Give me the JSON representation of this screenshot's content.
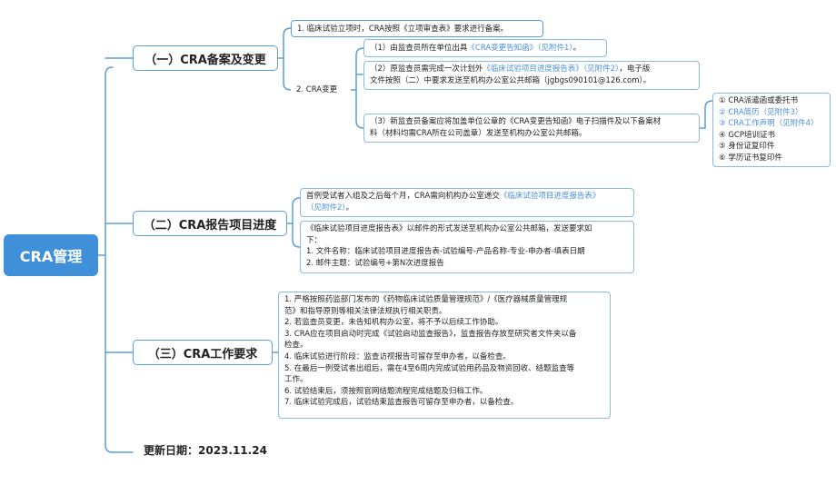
{
  "root": "CRA管理",
  "branch1": {
    "title": "（一）CRA备案及变更",
    "item1": "1. 临床试验立项时，CRA按照《立项审查表》要求进行备案。",
    "item2_label": "2. CRA变更",
    "sub1": {
      "pre": "（1）由监查员所在单位出具",
      "link": "《CRA变更告知函》（见附件1）",
      "post": "。"
    },
    "sub2": {
      "pre": "（2）原监查员需完成一次计划外",
      "link": "《临床试验项目进度报告表》（见附件2）",
      "post": "，电子版",
      "line2": "文件按照（二）中要求发送至机构办公室公共邮箱（jgbgs090101@126.com）。"
    },
    "sub3": {
      "line1": "（3）新监查员备案应将加盖单位公章的《CRA变更告知函》电子扫描件及以下备案材",
      "line2": "料（材料均需CRA所在公司盖章）发送至机构办公室公共邮箱。"
    },
    "materials": [
      {
        "text": "① CRA派遣函或委托书",
        "hl": false
      },
      {
        "text": "② CRA简历（见附件3）",
        "hl": true
      },
      {
        "text": "③ CRA工作声明（见附件4）",
        "hl": true
      },
      {
        "text": "④ GCP培训证书",
        "hl": false
      },
      {
        "text": "⑤ 身份证复印件",
        "hl": false
      },
      {
        "text": "⑥ 学历证书复印件",
        "hl": false
      }
    ]
  },
  "branch2": {
    "title": "（二）CRA报告项目进度",
    "box1": {
      "pre": "首例受试者入组及之后每个月，CRA需向机构办公室递交",
      "link": "《临床试验项目进度报告表》",
      "link2": "（见附件2）",
      "post": "。"
    },
    "box2": {
      "line1": "《临床试验项目进度报告表》以邮件的形式发送至机构办公室公共邮箱，发送要求如",
      "line2": "下：",
      "line3": "1. 文件名称：临床试验项目进度报告表-试验编号-产品名称-专业-申办者-填表日期",
      "line4": "2. 邮件主题：试验编号+第N次进度报告"
    }
  },
  "branch3": {
    "title": "（三）CRA工作要求",
    "lines": [
      "1. 严格按照药监部门发布的《药物临床试验质量管理规范》/《医疗器械质量管理规",
      "范》和指导原则等相关法律法规执行相关职责。",
      "2. 若监查员变更，未告知机构办公室，将不予以后续工作协助。",
      "3. CRA应在项目启动时完成《试验启动监查报告》，监查报告存放至研究者文件夹以备",
      "检查。",
      "4. 临床试验进行阶段：监查访视报告可留存至申办者，以备检查。",
      "5. 在最后一例受试者出组后，需在4至6周内完成试验用药品及物资回收、结题监查等",
      "工作。",
      "6. 试验结束后，须按照官网结题流程完成结题及归档工作。",
      "7. 临床试验完成后，试验结束监查报告可留存至申办者，以备检查。"
    ]
  },
  "update_date": "更新日期：2023.11.24",
  "colors": {
    "accent": "#3f8fd9",
    "line": "#5a9fdc",
    "link_text": "#4a90d9"
  }
}
